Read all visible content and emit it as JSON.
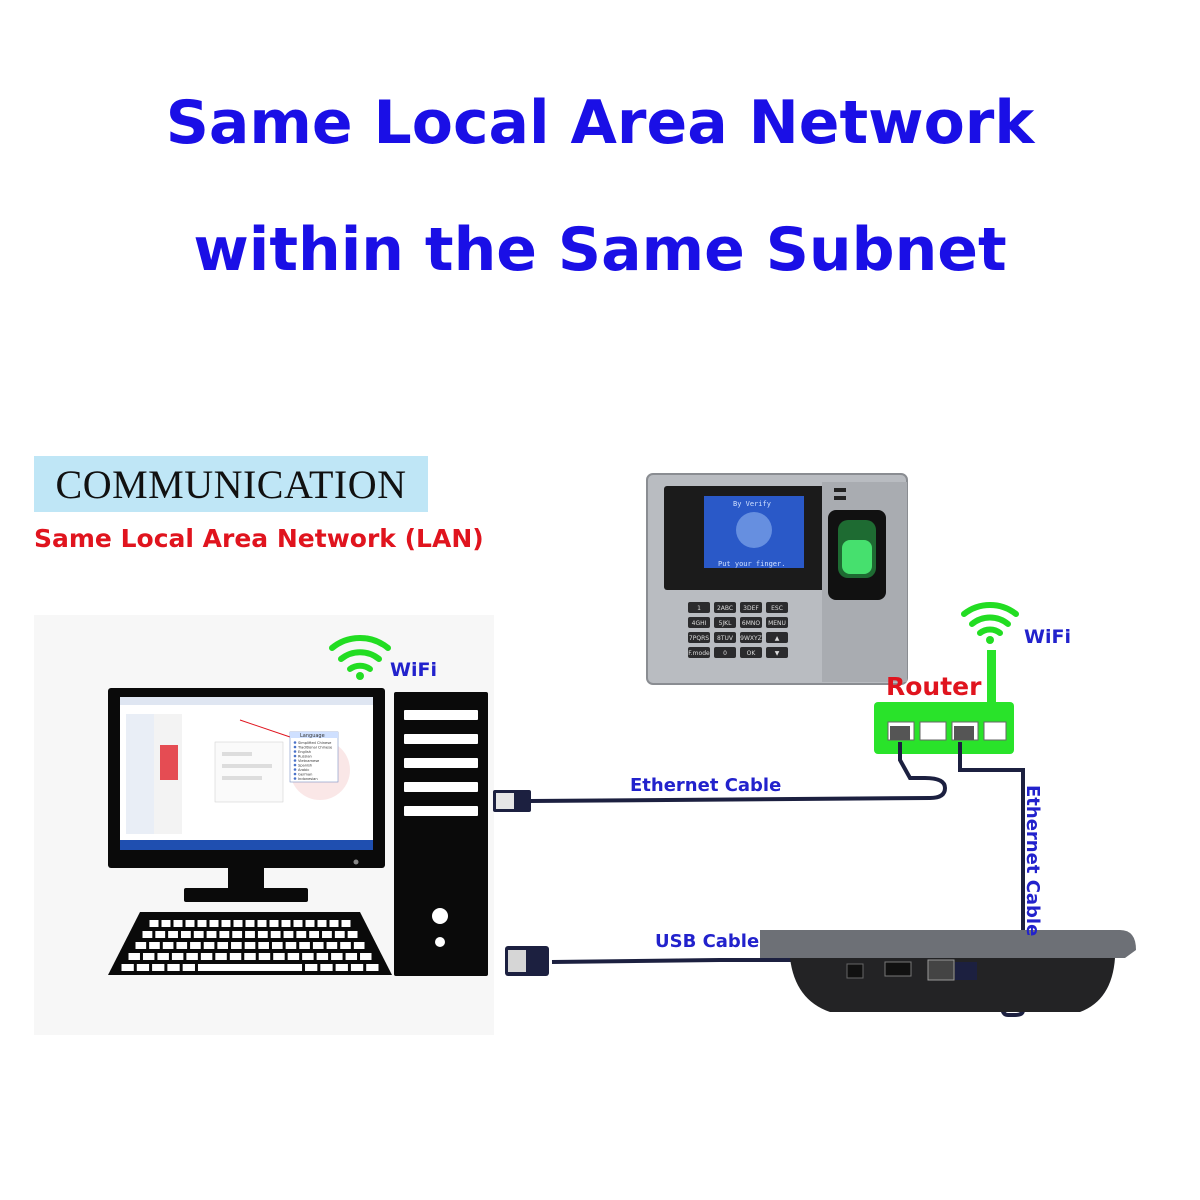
{
  "header": {
    "line1": "Same Local Area Network",
    "line2": "within the Same Subnet"
  },
  "communication": {
    "heading": "COMMUNICATION",
    "subtitle": "Same Local Area Network (LAN)"
  },
  "labels": {
    "wifi_pc": "WiFi",
    "wifi_router": "WiFi",
    "router": "Router",
    "ethernet_cable_1": "Ethernet Cable",
    "ethernet_cable_2": "Ethernet Cable",
    "usb_cable": "USB Cable"
  },
  "device_screen": {
    "line1": "By Verify",
    "line2": "Put your finger."
  },
  "keypad": [
    "1",
    "2ABC",
    "3DEF",
    "ESC",
    "4GHI",
    "5JKL",
    "6MNO",
    "MENU",
    "7PQRS",
    "8TUV",
    "9WXYZ",
    "▲",
    "F.mode",
    "0",
    "OK",
    "▼"
  ],
  "software_menu": {
    "title": "Language",
    "items": [
      "Simplified Chinese",
      "Traditional Chinese",
      "English",
      "Russian",
      "Vietnamese",
      "Spanish",
      "Arabic",
      "German",
      "Indonesian"
    ]
  },
  "colors": {
    "title_blue": "#1a0fe6",
    "label_blue": "#2222cc",
    "red": "#e0141e",
    "wifi_green": "#22dd22",
    "router_green": "#29e32a",
    "cable": "#1c2040",
    "comm_bg": "#bfe6f6"
  }
}
